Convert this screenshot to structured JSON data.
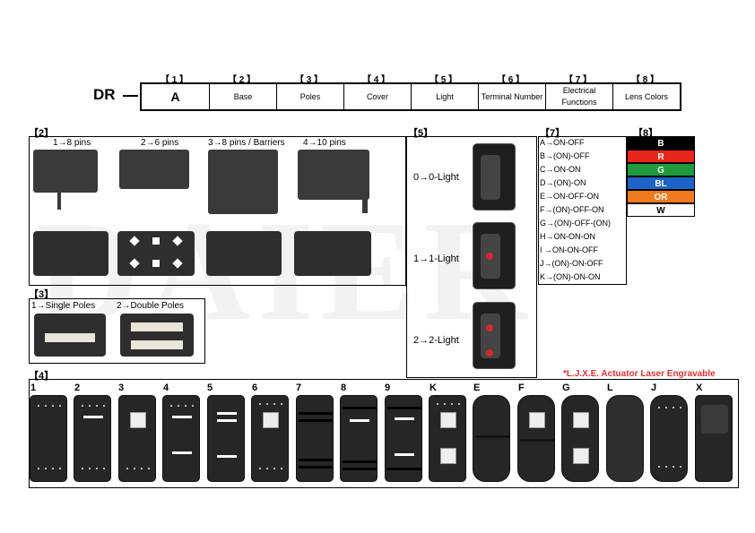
{
  "watermark": "DAIER",
  "code": {
    "prefix": "DR",
    "headers": [
      "【 1 】",
      "【 2 】",
      "【 3 】",
      "【 4 】",
      "【 5 】",
      "【 6 】",
      "【 7 】",
      "【 8 】"
    ],
    "cells": [
      "A",
      "Base",
      "Poles",
      "Cover",
      "Light",
      "Terminal Number",
      "Electrical Functions",
      "Lens Colors"
    ]
  },
  "base": {
    "section": "【2】",
    "items": [
      "1→8 pins",
      "2→6 pins",
      "3→8 pins / Barriers",
      "4→10 pins"
    ]
  },
  "poles": {
    "section": "【3】",
    "items": [
      "1→Single Poles",
      "2→Double Poles"
    ]
  },
  "light": {
    "section": "【5】",
    "items": [
      "0→0-Light",
      "1→1-Light",
      "2→2-Light"
    ]
  },
  "functions": {
    "section": "【7】",
    "items": [
      "A→ON-OFF",
      "B→(ON)-OFF",
      "C→ON-ON",
      "D→(ON)-ON",
      "E→ON-OFF-ON",
      "F→(ON)-OFF-ON",
      "G→(ON)-OFF-(ON)",
      "H→ON-ON-ON",
      "I →ON-ON-OFF",
      "J→(ON)-ON-OFF",
      "K→(ON)-ON-ON"
    ]
  },
  "lens": {
    "section": "【8】",
    "items": [
      {
        "label": "B",
        "bg": "#000000",
        "fg": "#ffffff"
      },
      {
        "label": "R",
        "bg": "#e8261c",
        "fg": "#ffffff"
      },
      {
        "label": "G",
        "bg": "#1f9a3c",
        "fg": "#ffffff"
      },
      {
        "label": "BL",
        "bg": "#1e63c8",
        "fg": "#ffffff"
      },
      {
        "label": "OR",
        "bg": "#f07a1c",
        "fg": "#ffffff"
      },
      {
        "label": "W",
        "bg": "#ffffff",
        "fg": "#000000"
      }
    ]
  },
  "cover": {
    "section": "【4】",
    "note": "*L.J.X.E. Actuator Laser Engravable",
    "items": [
      "1",
      "2",
      "3",
      "4",
      "5",
      "6",
      "7",
      "8",
      "9",
      "K",
      "E",
      "F",
      "G",
      "L",
      "J",
      "X"
    ]
  }
}
